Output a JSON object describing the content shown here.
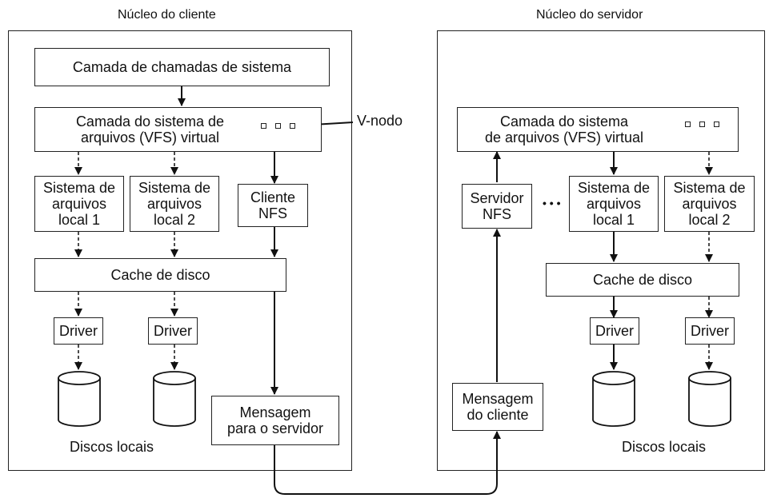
{
  "client": {
    "title": "Núcleo do cliente",
    "syscall_layer": "Camada de chamadas de sistema",
    "vfs": {
      "line1": "Camada do sistema de",
      "line2": "arquivos (VFS) virtual"
    },
    "vnode_label": "V-nodo",
    "local_fs_1": {
      "line1": "Sistema de",
      "line2": "arquivos",
      "line3": "local 1"
    },
    "local_fs_2": {
      "line1": "Sistema de",
      "line2": "arquivos",
      "line3": "local 2"
    },
    "nfs_client": {
      "line1": "Cliente",
      "line2": "NFS"
    },
    "disk_cache": "Cache de disco",
    "driver_1": "Driver",
    "driver_2": "Driver",
    "message": {
      "line1": "Mensagem",
      "line2": "para o servidor"
    },
    "local_disks": "Discos locais"
  },
  "server": {
    "title": "Núcleo do servidor",
    "vfs": {
      "line1": "Camada do sistema",
      "line2": "de arquivos (VFS) virtual"
    },
    "nfs_server": {
      "line1": "Servidor",
      "line2": "NFS"
    },
    "ellipsis": "• • •",
    "local_fs_1": {
      "line1": "Sistema de",
      "line2": "arquivos",
      "line3": "local 1"
    },
    "local_fs_2": {
      "line1": "Sistema de",
      "line2": "arquivos",
      "line3": "local 2"
    },
    "disk_cache": "Cache de disco",
    "driver_1": "Driver",
    "driver_2": "Driver",
    "message": {
      "line1": "Mensagem",
      "line2": "do cliente"
    },
    "local_disks": "Discos locais"
  }
}
